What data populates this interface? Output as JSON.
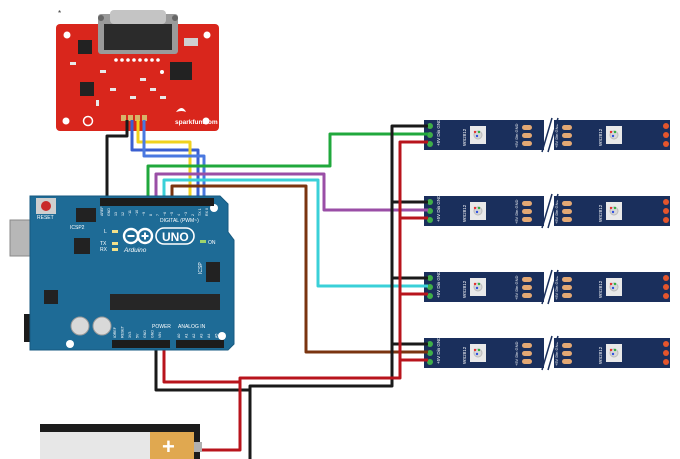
{
  "sparkfun_board": {
    "brand_label": "sparkfun.com",
    "corner_mark": "*"
  },
  "arduino": {
    "logo_text": "UNO",
    "brand_text": "Arduino",
    "reset_label": "RESET",
    "icsp2_label": "ICSP2",
    "icsp_label": "ICSP",
    "digital_header_label": "DIGITAL (PWM~)",
    "power_label": "POWER",
    "analog_label": "ANALOG IN",
    "led_labels": [
      "L",
      "TX",
      "RX",
      "ON"
    ],
    "digital_pins": [
      "AREF",
      "GND",
      "13",
      "12",
      "~11",
      "~10",
      "~9",
      "8",
      "7",
      "~6",
      "~5",
      "4",
      "~3",
      "2",
      "TX 1",
      "RX 0"
    ],
    "power_pins": [
      "IOREF",
      "RESET",
      "3V3",
      "5V",
      "GND",
      "GND",
      "VIN"
    ],
    "analog_pins": [
      "A0",
      "A1",
      "A2",
      "A3",
      "A4",
      "A5"
    ]
  },
  "led_strip": {
    "chip_label": "WS2812",
    "pad_labels": [
      "+5V",
      "Din",
      "GND"
    ],
    "count": 4
  },
  "battery": {
    "plus_symbol": "+"
  },
  "colors": {
    "sparkfun_red": "#d9261c",
    "arduino_blue": "#1e6b96",
    "strip_navy": "#1a2f5c",
    "wire_black": "#1a1a1a",
    "wire_red": "#b8141c",
    "wire_green": "#20a83c",
    "wire_blue": "#3a5fd0",
    "wire_yellow": "#f0d21e",
    "wire_purple": "#9a4ea6",
    "wire_cyan": "#3ad0d8",
    "wire_brown": "#7a3410"
  }
}
